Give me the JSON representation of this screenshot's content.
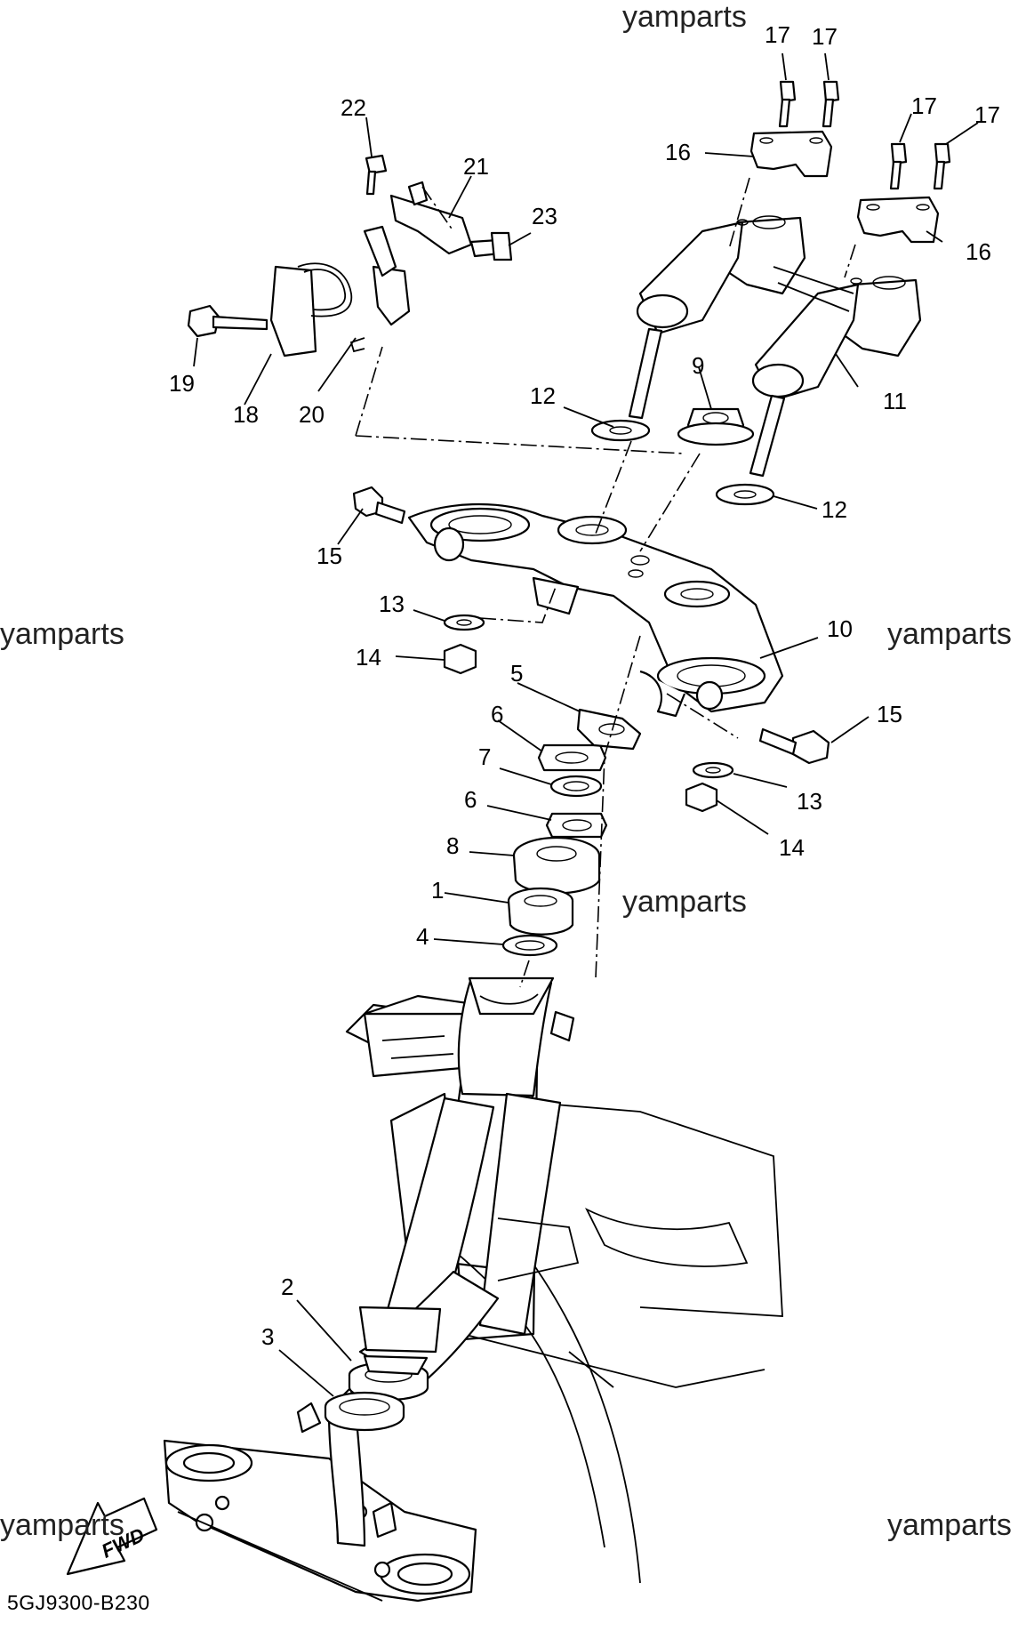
{
  "diagram": {
    "watermarks": [
      "yamparts",
      "yamparts",
      "yamparts",
      "yamparts",
      "yamparts",
      "yamparts"
    ],
    "fwd_label": "FWD",
    "drawing_code": "5GJ9300-B230",
    "callouts": [
      "17",
      "17",
      "17",
      "17",
      "16",
      "16",
      "22",
      "21",
      "23",
      "19",
      "18",
      "20",
      "11",
      "9",
      "12",
      "12",
      "15",
      "15",
      "13",
      "13",
      "14",
      "14",
      "10",
      "5",
      "6",
      "6",
      "7",
      "8",
      "1",
      "4",
      "2",
      "3"
    ]
  }
}
